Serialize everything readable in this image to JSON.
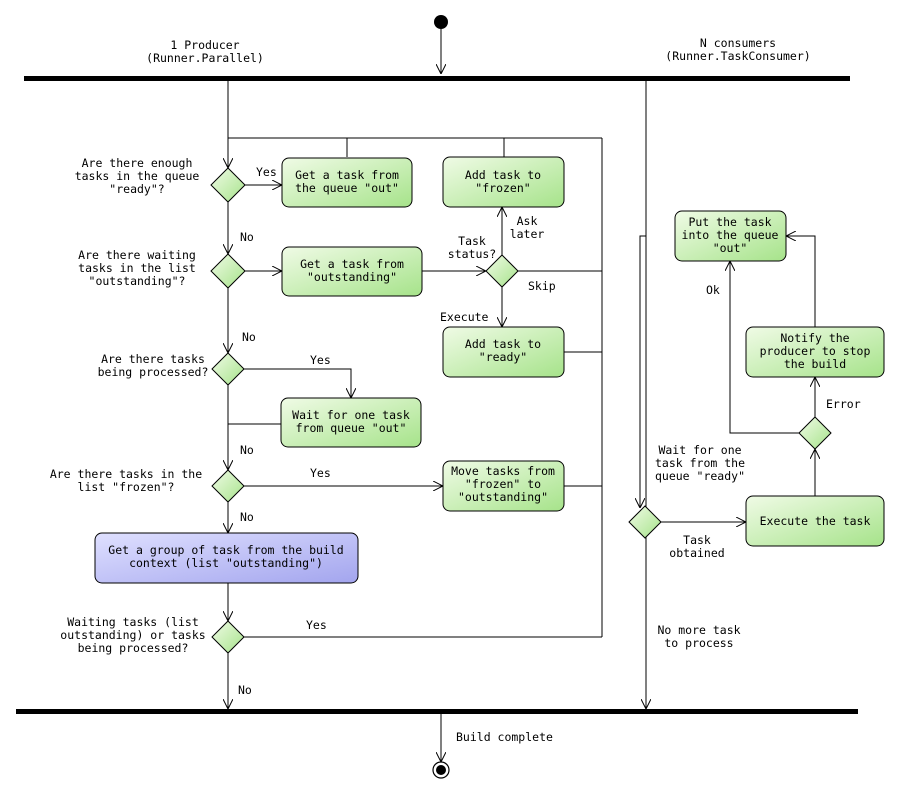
{
  "swimlanes": {
    "producer": [
      "1 Producer",
      "(Runner.Parallel)"
    ],
    "consumers": [
      "N consumers",
      "(Runner.TaskConsumer)"
    ]
  },
  "activities": {
    "get_task_out": [
      "Get a task from",
      "the queue \"out\""
    ],
    "add_frozen": [
      "Add task to",
      "\"frozen\""
    ],
    "get_task_outstanding": [
      "Get a task from",
      "\"outstanding\""
    ],
    "add_ready": [
      "Add task to",
      "\"ready\""
    ],
    "wait_one_task": [
      "Wait for one task",
      "from queue \"out\""
    ],
    "move_tasks": [
      "Move tasks from",
      "\"frozen\" to",
      "\"outstanding\""
    ],
    "get_group": [
      "Get a group of task from the build",
      "context (list \"outstanding\")"
    ],
    "put_task_out": [
      "Put the task",
      "into the queue",
      "\"out\""
    ],
    "notify_producer": [
      "Notify the",
      "producer to stop",
      "the build"
    ],
    "execute_task": [
      "Execute the task"
    ]
  },
  "questions": {
    "enough_ready": [
      "Are there enough",
      "tasks in the queue",
      "\"ready\"?"
    ],
    "waiting_outstanding": [
      "Are there waiting",
      "tasks in the list",
      "\"outstanding\"?"
    ],
    "being_processed": [
      "Are there tasks",
      "being processed?"
    ],
    "in_frozen": [
      "Are there tasks in the",
      "list \"frozen\"?"
    ],
    "waiting_or_processed": [
      "Waiting tasks (list",
      "outstanding) or tasks",
      "being processed?"
    ]
  },
  "labels": {
    "yes": "Yes",
    "no": "No",
    "task_status": [
      "Task",
      "status?"
    ],
    "ask_later": [
      "Ask",
      "later"
    ],
    "skip": "Skip",
    "execute": "Execute",
    "ok": "Ok",
    "error": "Error",
    "wait_one_ready": [
      "Wait for one",
      "task from the",
      "queue \"ready\""
    ],
    "task_obtained": [
      "Task",
      "obtained"
    ],
    "no_more_task": [
      "No more task",
      "to process"
    ],
    "build_complete": "Build complete"
  }
}
